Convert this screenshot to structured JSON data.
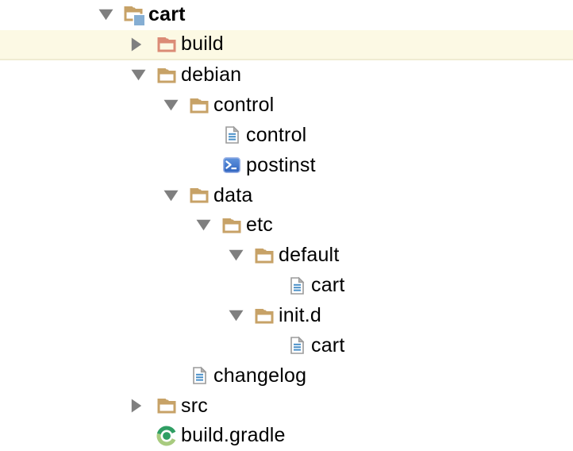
{
  "colors": {
    "background": "#ffffff",
    "text": "#000000",
    "row_highlight": "#fcf9e4",
    "row_highlight_border": "#efecd2",
    "disclosure_triangle": "#7f7f7f",
    "folder_tan": "#c7a267",
    "folder_red": "#db8b76",
    "badge_blue": "#85aed3",
    "doc_border": "#9b9b9b",
    "doc_fold": "#b5b5b5",
    "doc_lines": "#4a90c8",
    "terminal_border": "#9db4e6",
    "terminal_bg_top": "#6094dd",
    "terminal_bg_bottom": "#3064c0",
    "terminal_glyph": "#ffffff",
    "gradle_dark_green": "#2f9e63",
    "gradle_light_green": "#a8cb7f"
  },
  "tree": {
    "rows": [
      {
        "label": "cart",
        "level": 0,
        "disclosure": "expanded",
        "icon": "folder-badged",
        "bold": true,
        "highlighted": false
      },
      {
        "label": "build",
        "level": 1,
        "disclosure": "collapsed",
        "icon": "folder-red",
        "bold": false,
        "highlighted": true
      },
      {
        "label": "debian",
        "level": 1,
        "disclosure": "expanded",
        "icon": "folder",
        "bold": false,
        "highlighted": false
      },
      {
        "label": "control",
        "level": 2,
        "disclosure": "expanded",
        "icon": "folder",
        "bold": false,
        "highlighted": false
      },
      {
        "label": "control",
        "level": 3,
        "disclosure": "none",
        "icon": "document",
        "bold": false,
        "highlighted": false
      },
      {
        "label": "postinst",
        "level": 3,
        "disclosure": "none",
        "icon": "shell-script",
        "bold": false,
        "highlighted": false
      },
      {
        "label": "data",
        "level": 2,
        "disclosure": "expanded",
        "icon": "folder",
        "bold": false,
        "highlighted": false
      },
      {
        "label": "etc",
        "level": 3,
        "disclosure": "expanded",
        "icon": "folder",
        "bold": false,
        "highlighted": false
      },
      {
        "label": "default",
        "level": 4,
        "disclosure": "expanded",
        "icon": "folder",
        "bold": false,
        "highlighted": false
      },
      {
        "label": "cart",
        "level": 5,
        "disclosure": "none",
        "icon": "document",
        "bold": false,
        "highlighted": false
      },
      {
        "label": "init.d",
        "level": 4,
        "disclosure": "expanded",
        "icon": "folder",
        "bold": false,
        "highlighted": false
      },
      {
        "label": "cart",
        "level": 5,
        "disclosure": "none",
        "icon": "document",
        "bold": false,
        "highlighted": false
      },
      {
        "label": "changelog",
        "level": 2,
        "disclosure": "none",
        "icon": "document",
        "bold": false,
        "highlighted": false
      },
      {
        "label": "src",
        "level": 1,
        "disclosure": "collapsed",
        "icon": "folder",
        "bold": false,
        "highlighted": false
      },
      {
        "label": "build.gradle",
        "level": 1,
        "disclosure": "none",
        "icon": "gradle",
        "bold": false,
        "highlighted": false
      }
    ]
  }
}
